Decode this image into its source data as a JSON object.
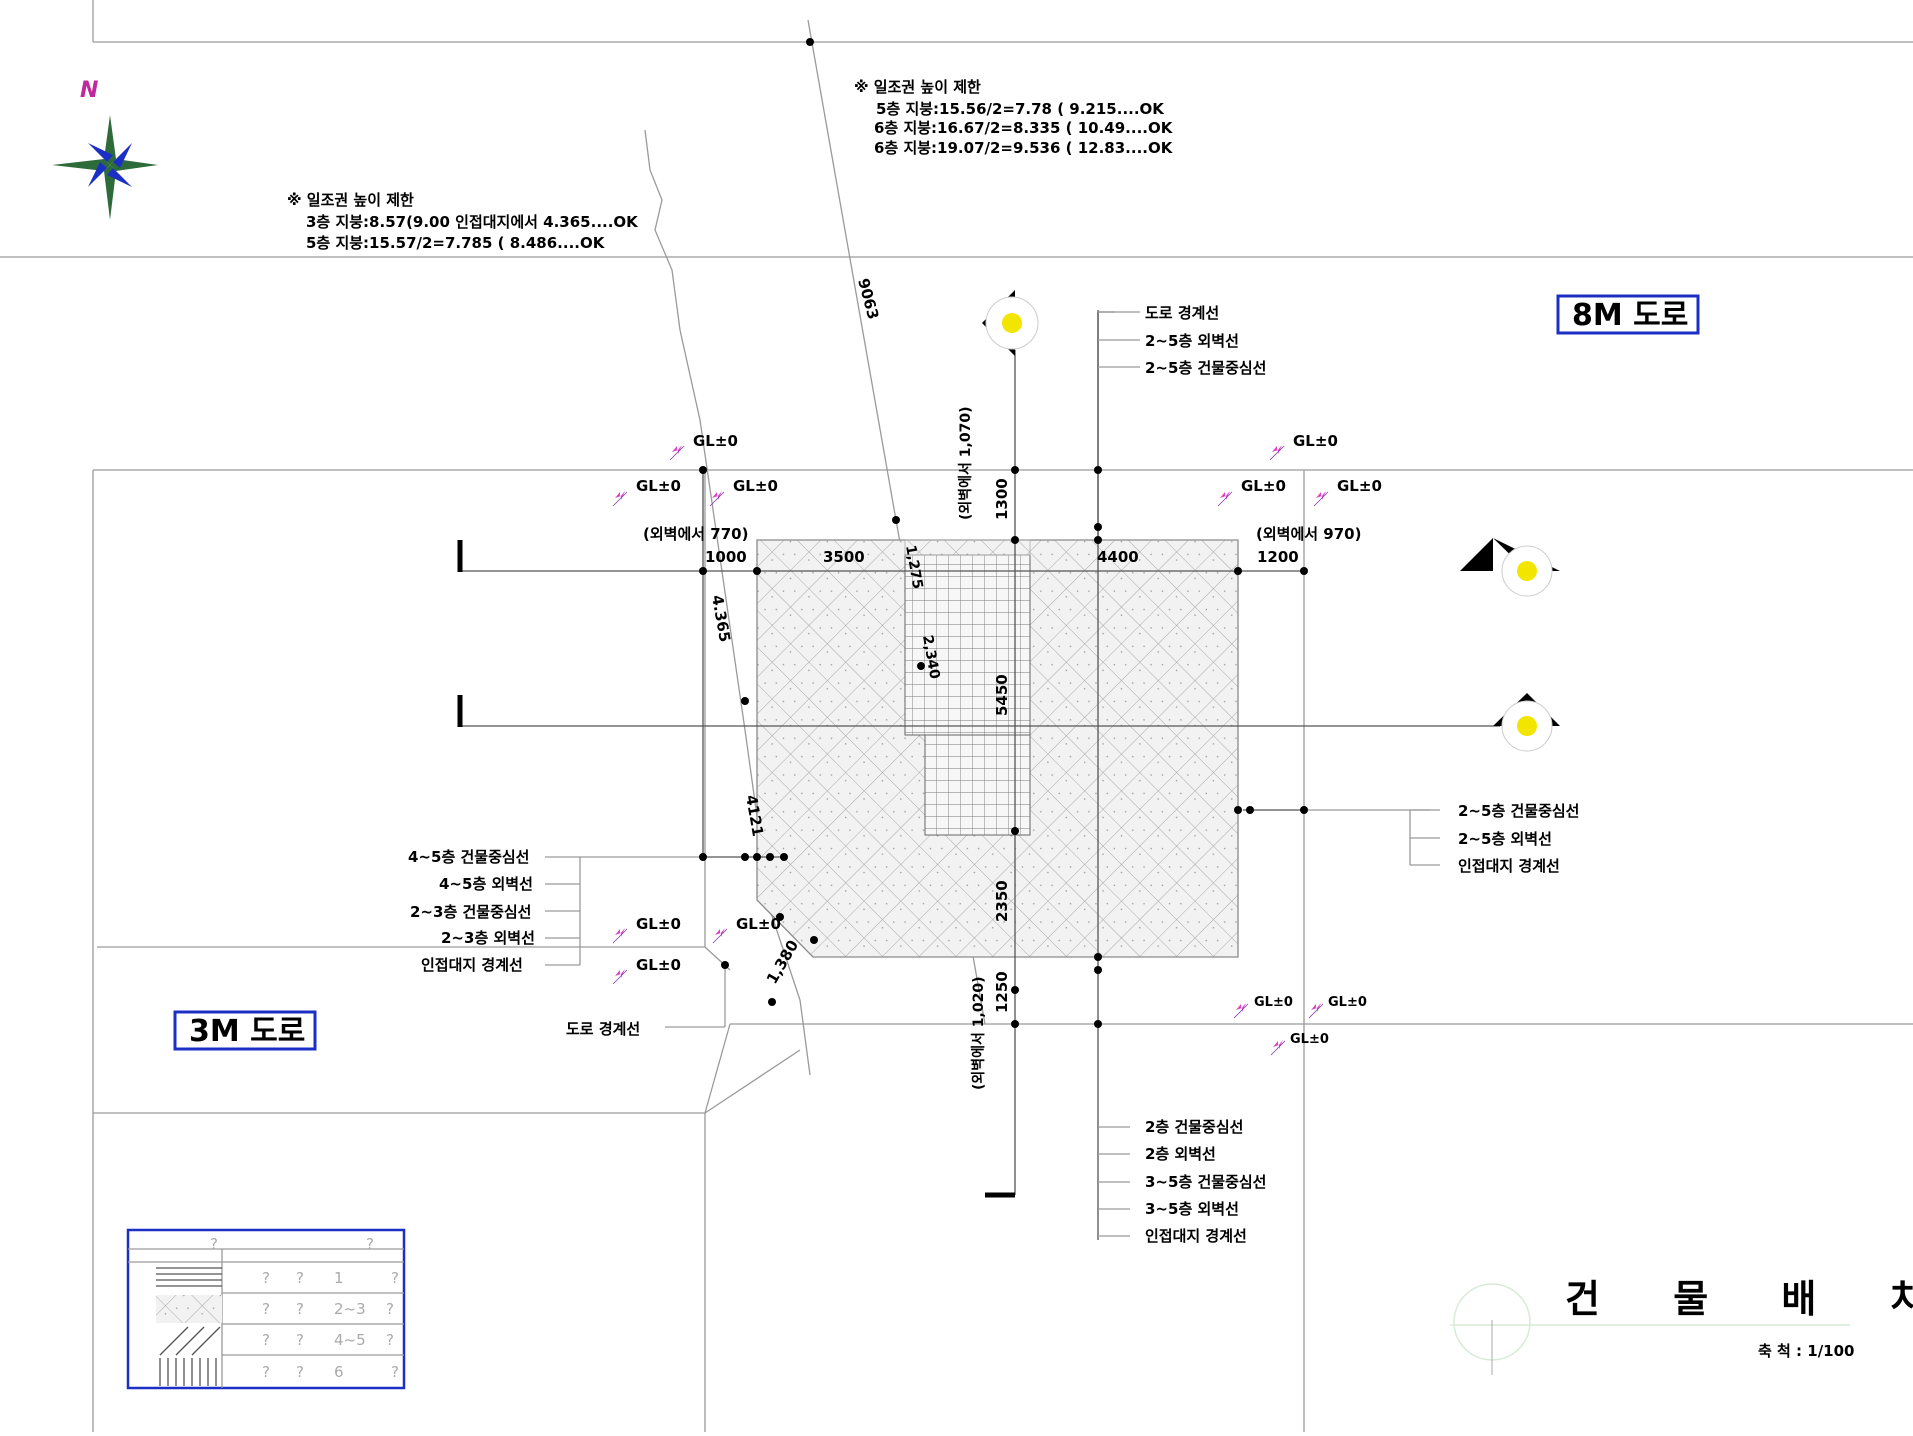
{
  "north_label": "N",
  "notes": {
    "note1": {
      "title": "※ 일조권 높이 제한",
      "lines": [
        "3층 지붕:8.57(9.00   인접대지에서 4.365....OK",
        "5층 지붕:15.57/2=7.785 ( 8.486....OK"
      ]
    },
    "note2": {
      "title": "※ 일조권 높이 제한",
      "lines": [
        "5층 지붕:15.56/2=7.78 ( 9.215....OK",
        "6층 지붕:16.67/2=8.335 ( 10.49....OK",
        "6층 지붕:19.07/2=9.536 ( 12.83....OK"
      ]
    }
  },
  "roads": {
    "road_8m": "8M 도로",
    "road_3m": "3M 도로"
  },
  "labels_top": [
    "도로 경계선",
    "2~5층 외벽선",
    "2~5층 건물중심선"
  ],
  "labels_right": [
    "2~5층 건물중심선",
    "2~5층 외벽선",
    "인접대지 경계선"
  ],
  "labels_left": [
    "4~5층 건물중심선",
    "4~5층 외벽선",
    "2~3층 건물중심선",
    "2~3층 외벽선",
    "인접대지 경계선"
  ],
  "label_road_boundary": "도로 경계선",
  "labels_bottom": [
    "2층 건물중심선",
    "2층 외벽선",
    "3~5층 건물중심선",
    "3~5층 외벽선",
    "인접대지 경계선"
  ],
  "gl": "GL±0",
  "dims": {
    "d9063": "9063",
    "d1070": "(외벽에서 1,070)",
    "d1300": "1300",
    "d770": "(외벽에서 770)",
    "d970": "(외벽에서 970)",
    "d1000": "1000",
    "d3500": "3500",
    "d1275": "1,275",
    "d4400": "4400",
    "d1200": "1200",
    "d4365": "4.365",
    "d2340": "2,340",
    "d5450": "5450",
    "d4121": "4121",
    "d2350": "2350",
    "d1380": "1,380",
    "d1250": "1250",
    "d1020": "(외벽에서 1,020)"
  },
  "legend": {
    "header": [
      "?",
      "?"
    ],
    "rows": [
      [
        "?",
        "?",
        "1",
        "?"
      ],
      [
        "?",
        "?",
        "2~3",
        "?"
      ],
      [
        "?",
        "?",
        "4~5",
        "?"
      ],
      [
        "?",
        "?",
        "6",
        "?"
      ]
    ]
  },
  "title": "건 물 배 치 도",
  "scale": "축 척 : 1/100",
  "colors": {
    "legend_border": "#1c2fc4",
    "gl_marker": "#e040c8",
    "marker_yellow": "#f2e600",
    "road_box": "#1c2fc4"
  }
}
